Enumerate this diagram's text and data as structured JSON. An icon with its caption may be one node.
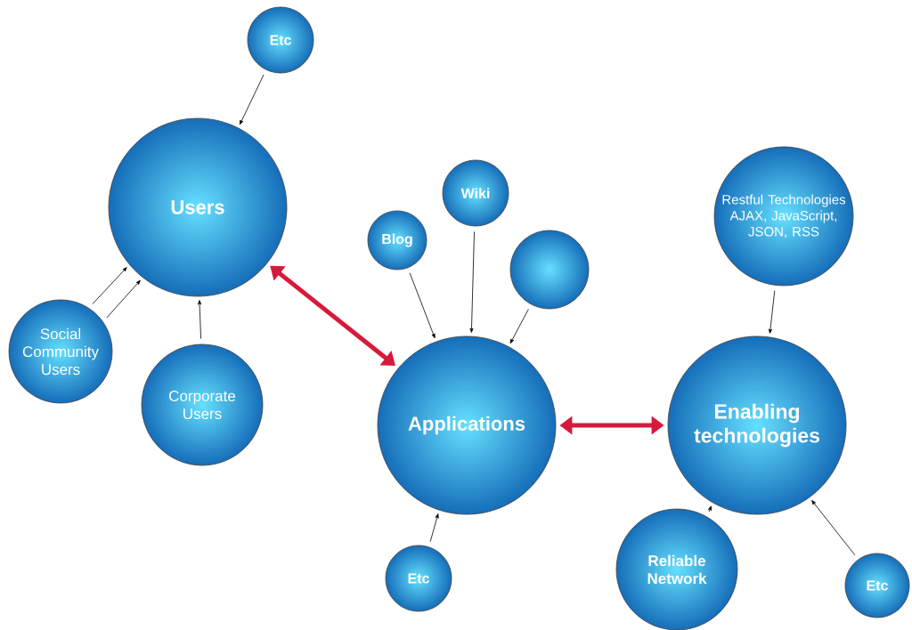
{
  "diagram": {
    "nodes": [
      {
        "text": [
          "Etc"
        ]
      },
      {
        "text": [
          "Users"
        ]
      },
      {
        "text": [
          "Social Community Users"
        ]
      },
      {
        "text": [
          "Corporate Users"
        ]
      },
      {
        "text": [
          "Blog"
        ]
      },
      {
        "text": [
          "Wiki"
        ]
      },
      {
        "text": [],
        "shape": "circle"
      },
      {
        "text": [
          "Applications"
        ]
      },
      {
        "text": [
          "Restful Technologies AJAX, JavaScript, JSON, RSS"
        ]
      },
      {
        "text": [
          "Enabling technologies"
        ]
      },
      {
        "text": [
          "Etc"
        ]
      },
      {
        "text": [
          "Reliable Network"
        ]
      },
      {
        "text": [
          "Etc"
        ]
      }
    ],
    "edges": [
      {
        "from": 0,
        "to": 1,
        "arrow": "to"
      },
      {
        "from": 2,
        "to": 1,
        "arrow": "to"
      },
      {
        "from": 2,
        "to": 1,
        "arrow": "to"
      },
      {
        "from": 3,
        "to": 1,
        "arrow": "to"
      },
      {
        "from": 1,
        "to": 7,
        "arrow": "both",
        "style": "thick",
        "color": "#d7193c"
      },
      {
        "from": 4,
        "to": 7,
        "arrow": "to"
      },
      {
        "from": 5,
        "to": 7,
        "arrow": "to"
      },
      {
        "from": 6,
        "to": 7,
        "arrow": "to"
      },
      {
        "from": 10,
        "to": 7,
        "arrow": "to"
      },
      {
        "from": 7,
        "to": 9,
        "arrow": "both",
        "style": "thick",
        "color": "#d7193c"
      },
      {
        "from": 8,
        "to": 9,
        "arrow": "to"
      },
      {
        "from": 11,
        "to": 9,
        "arrow": "to"
      },
      {
        "from": 12,
        "to": 9,
        "arrow": "to"
      }
    ]
  }
}
